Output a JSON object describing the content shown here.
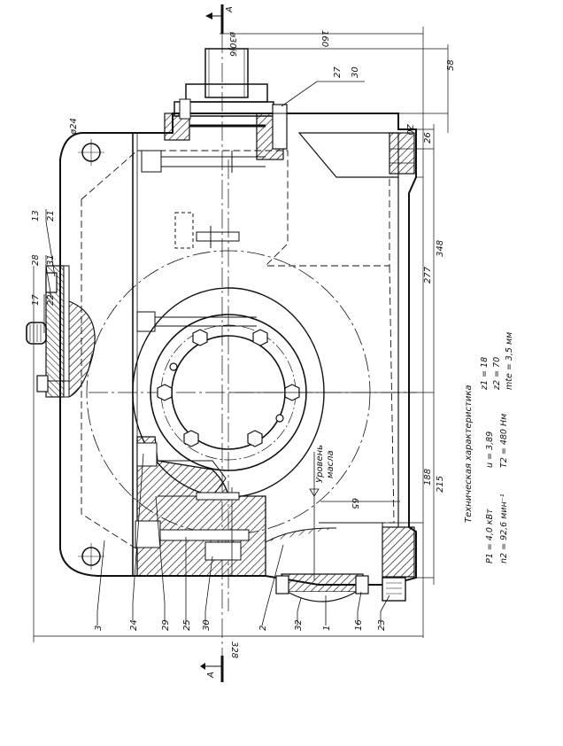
{
  "section_mark": {
    "letter": "A"
  },
  "part_numbers": {
    "p27": "27",
    "p30top": "30",
    "p13": "13",
    "p21": "21",
    "p28": "28",
    "p31": "31",
    "p17": "17",
    "p22": "22",
    "p3": "3",
    "p24": "24",
    "p29": "29",
    "p25": "25",
    "p30bot": "30",
    "p2": "2",
    "p32": "32",
    "p1": "1",
    "p16": "16",
    "p23": "23"
  },
  "dimensions": {
    "d160": "160",
    "d58": "58",
    "d20": "20",
    "d26": "26",
    "d348": "348",
    "d277": "277",
    "d188": "188",
    "d215": "215",
    "d65": "65",
    "d328": "328",
    "shaft": "ø30j6",
    "hole": "ø24"
  },
  "oil_level": {
    "line1": "Уровень",
    "line2": "масла"
  },
  "technical_characteristics": {
    "title": "Техническая характеристика",
    "p1": "P1 = 4,0  кВт",
    "n2": "n2 = 92,6 мин⁻¹",
    "u": "u = 3,89",
    "t2": "T2 = 480 Нм",
    "z1": "z1 = 18",
    "z2": "z2 = 70",
    "mte": "mte = 3,5 мм"
  }
}
